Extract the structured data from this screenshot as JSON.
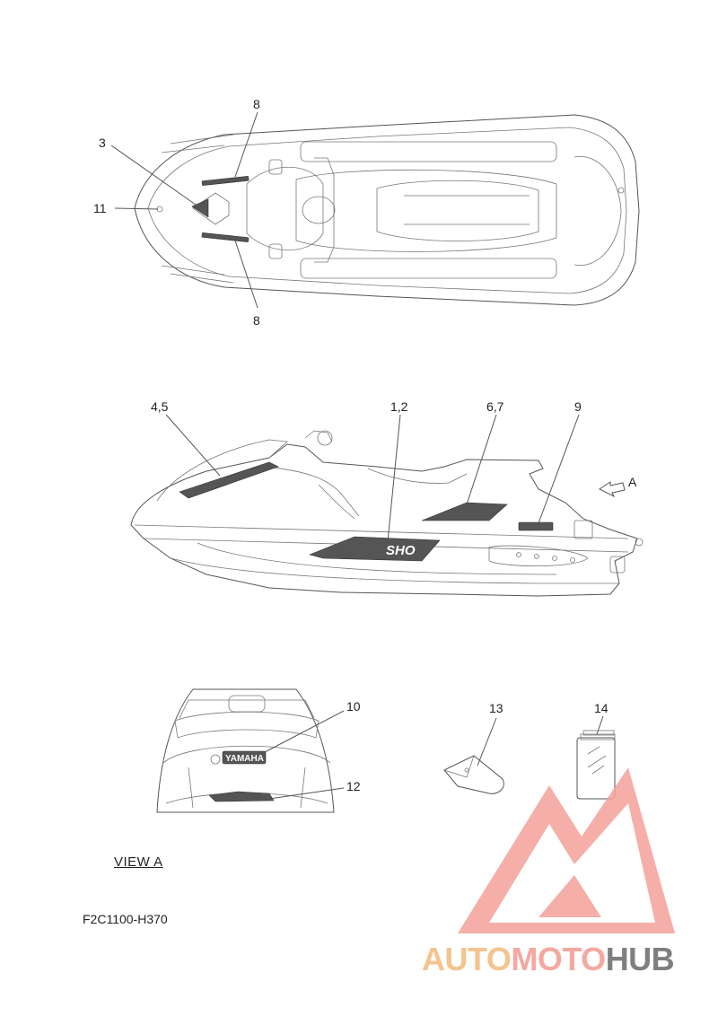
{
  "callouts": {
    "c3": "3",
    "c8_top": "8",
    "c8_bottom": "8",
    "c11": "11",
    "c45": "4,5",
    "c12": "1,2",
    "c67": "6,7",
    "c9": "9",
    "cA": "A",
    "c10": "10",
    "c12b": "12",
    "c13": "13",
    "c14": "14"
  },
  "decal_texts": {
    "yamaha": "YAMAHA",
    "sho": "SHO"
  },
  "view_label": "VIEW A",
  "reference_code": "F2C1100-H370",
  "watermark": {
    "part1": "AUTO",
    "part2": "MOTO",
    "part3": "HUB",
    "colors": {
      "auto": "#f5c38e",
      "moto": "#f4a9a0",
      "hub": "#7f7f7f",
      "logo": "#f4a09a"
    }
  }
}
